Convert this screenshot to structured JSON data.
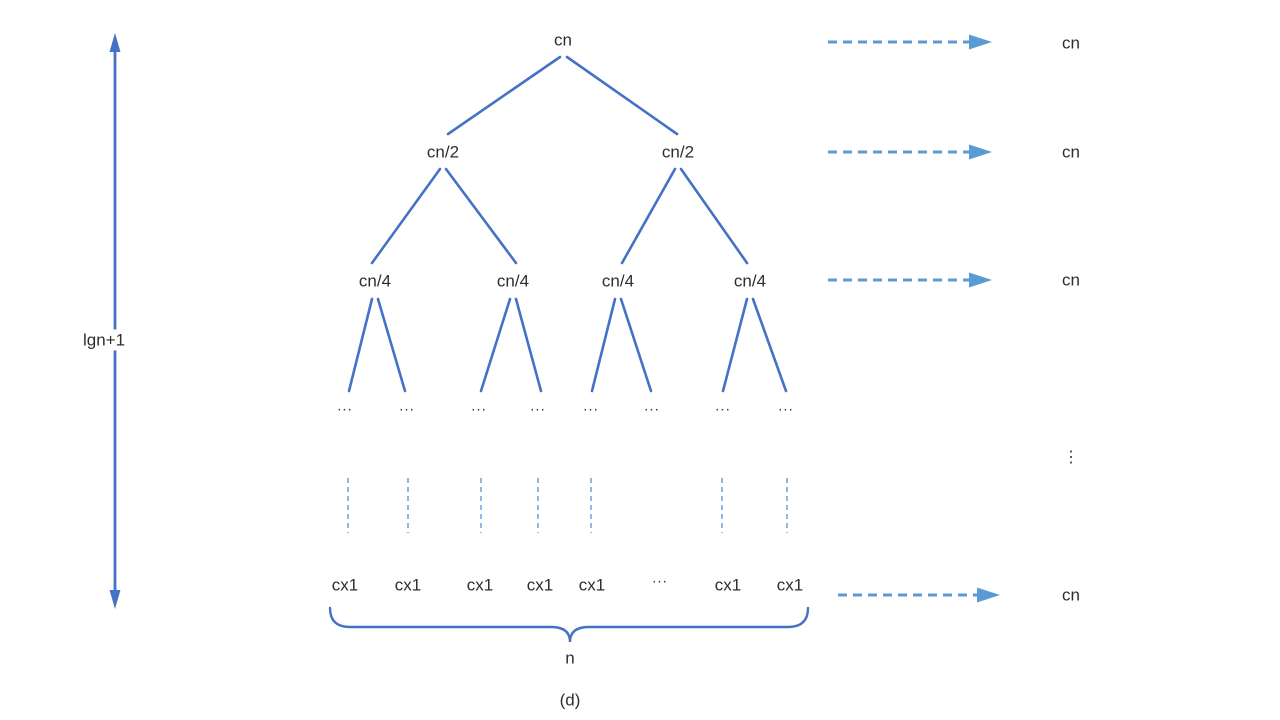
{
  "caption": "(d)",
  "left_axis": {
    "label": "lgn+1"
  },
  "tree": {
    "root": "cn",
    "level2": [
      "cn/2",
      "cn/2"
    ],
    "level3": [
      "cn/4",
      "cn/4",
      "cn/4",
      "cn/4"
    ],
    "dots_row": [
      "...",
      "...",
      "...",
      "...",
      "...",
      "...",
      "...",
      "..."
    ],
    "leaves": [
      "cx1",
      "cx1",
      "cx1",
      "cx1",
      "cx1",
      "...",
      "cx1",
      "cx1"
    ],
    "brace_label": "n"
  },
  "right_column": {
    "row_totals": [
      "cn",
      "cn",
      "cn",
      "cn"
    ],
    "ellipsis": "⋮"
  },
  "colors": {
    "tree_line": "#4472c4",
    "dashed_arrow": "#5b9bd5",
    "text": "#2e2e2e"
  }
}
